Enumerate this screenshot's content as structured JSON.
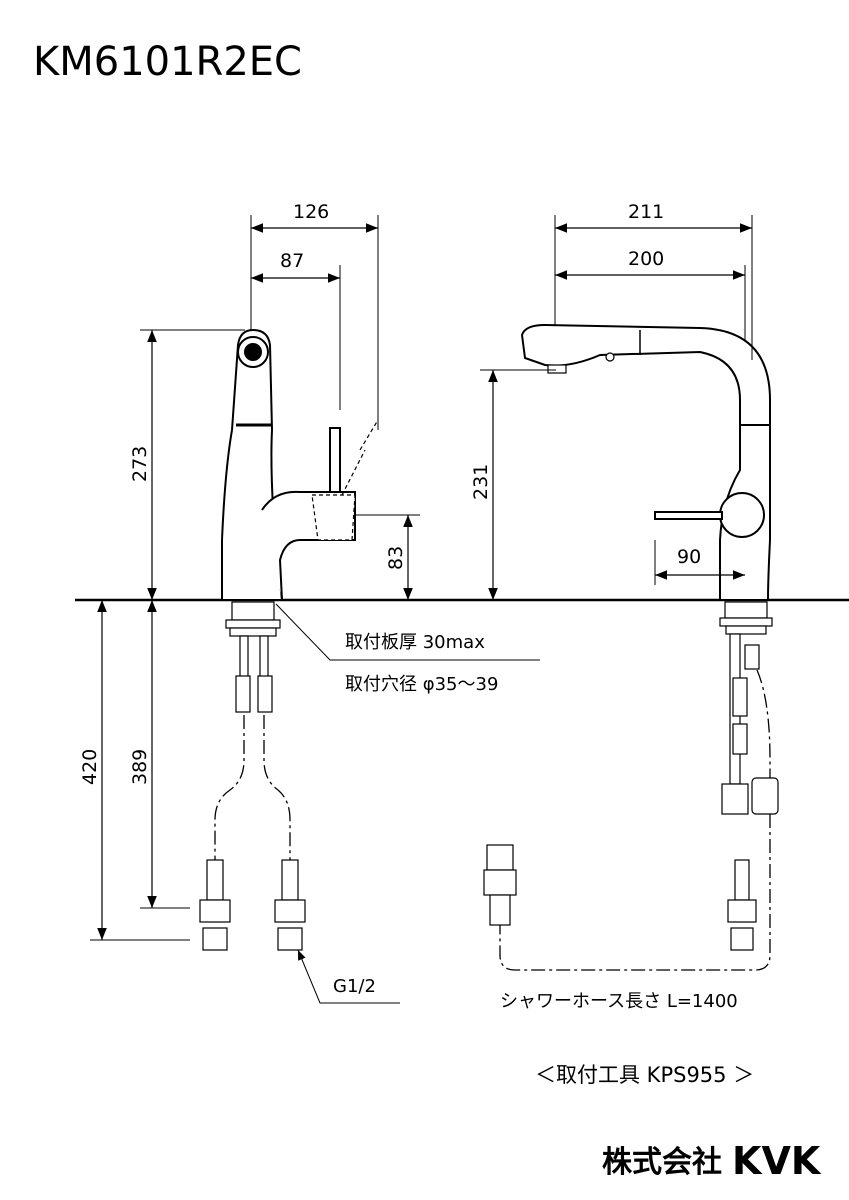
{
  "title": "KM6101R2EC",
  "front_view": {
    "dims": {
      "width_total": "126",
      "width_lever": "87",
      "height_total": "273",
      "height_lever": "83",
      "below_total": "420",
      "below_hose": "389"
    },
    "notes": {
      "plate_thickness": "取付板厚 30max",
      "hole_diameter": "取付穴径 φ35～39",
      "thread": "G1/2"
    }
  },
  "side_view": {
    "dims": {
      "reach_total": "211",
      "reach_spout": "200",
      "spout_height": "231",
      "lever_reach": "90"
    },
    "notes": {
      "hose_length": "シャワーホース長さ L=1400"
    }
  },
  "tool_note": "＜取付工具 KPS955 ＞",
  "company": {
    "name_jp": "株式会社",
    "logo": "KVK"
  }
}
